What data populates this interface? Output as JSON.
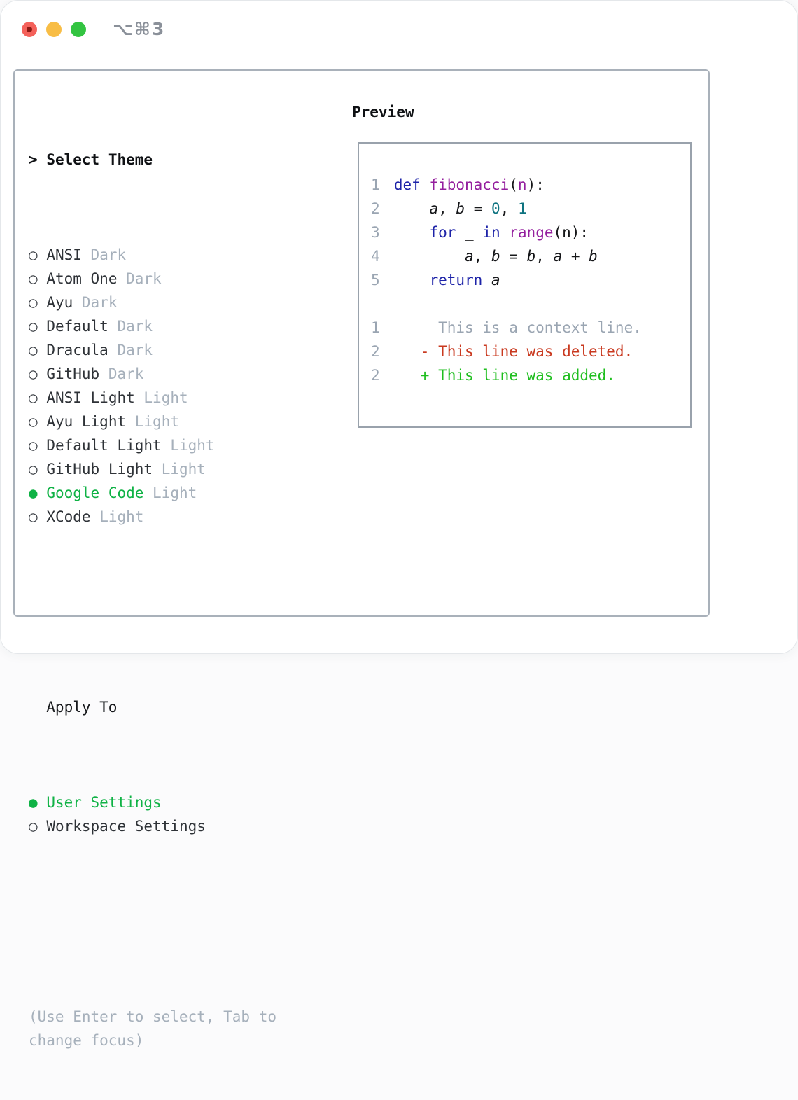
{
  "window": {
    "title": "⌥⌘3"
  },
  "theme_selector": {
    "pointer": ">",
    "header": "Select Theme",
    "items": [
      {
        "marker": "○",
        "name": "ANSI",
        "tag": "Dark",
        "selected": false
      },
      {
        "marker": "○",
        "name": "Atom One",
        "tag": "Dark",
        "selected": false
      },
      {
        "marker": "○",
        "name": "Ayu",
        "tag": "Dark",
        "selected": false
      },
      {
        "marker": "○",
        "name": "Default",
        "tag": "Dark",
        "selected": false
      },
      {
        "marker": "○",
        "name": "Dracula",
        "tag": "Dark",
        "selected": false
      },
      {
        "marker": "○",
        "name": "GitHub",
        "tag": "Dark",
        "selected": false
      },
      {
        "marker": "○",
        "name": "ANSI Light",
        "tag": "Light",
        "selected": false
      },
      {
        "marker": "○",
        "name": "Ayu Light",
        "tag": "Light",
        "selected": false
      },
      {
        "marker": "○",
        "name": "Default Light",
        "tag": "Light",
        "selected": false
      },
      {
        "marker": "○",
        "name": "GitHub Light",
        "tag": "Light",
        "selected": false
      },
      {
        "marker": "●",
        "name": "Google Code",
        "tag": "Light",
        "selected": true
      },
      {
        "marker": "○",
        "name": "XCode",
        "tag": "Light",
        "selected": false
      }
    ],
    "apply_to": {
      "header": "Apply To",
      "options": [
        {
          "marker": "●",
          "name": "User Settings",
          "selected": true
        },
        {
          "marker": "○",
          "name": "Workspace Settings",
          "selected": false
        }
      ]
    },
    "help_lines": [
      "(Use Enter to select, Tab to",
      "change focus)"
    ]
  },
  "preview": {
    "header": "Preview",
    "code_lines": [
      {
        "num": "1",
        "segments": [
          {
            "t": "def",
            "c": "keyword"
          },
          {
            "t": " "
          },
          {
            "t": "fibonacci",
            "c": "function"
          },
          {
            "t": "("
          },
          {
            "t": "n",
            "c": "function"
          },
          {
            "t": "):"
          }
        ]
      },
      {
        "num": "2",
        "segments": [
          {
            "t": "    "
          },
          {
            "t": "a",
            "c": "variable"
          },
          {
            "t": ", "
          },
          {
            "t": "b",
            "c": "variable"
          },
          {
            "t": " = "
          },
          {
            "t": "0",
            "c": "number"
          },
          {
            "t": ", "
          },
          {
            "t": "1",
            "c": "number"
          }
        ]
      },
      {
        "num": "3",
        "segments": [
          {
            "t": "    "
          },
          {
            "t": "for",
            "c": "keyword"
          },
          {
            "t": " _ "
          },
          {
            "t": "in",
            "c": "keyword"
          },
          {
            "t": " "
          },
          {
            "t": "range",
            "c": "function"
          },
          {
            "t": "(n):"
          }
        ]
      },
      {
        "num": "4",
        "segments": [
          {
            "t": "        "
          },
          {
            "t": "a",
            "c": "variable"
          },
          {
            "t": ", "
          },
          {
            "t": "b",
            "c": "variable"
          },
          {
            "t": " = "
          },
          {
            "t": "b",
            "c": "variable"
          },
          {
            "t": ", "
          },
          {
            "t": "a",
            "c": "variable"
          },
          {
            "t": " + "
          },
          {
            "t": "b",
            "c": "variable"
          }
        ]
      },
      {
        "num": "5",
        "segments": [
          {
            "t": "    "
          },
          {
            "t": "return",
            "c": "keyword"
          },
          {
            "t": " "
          },
          {
            "t": "a",
            "c": "variable"
          }
        ]
      }
    ],
    "diff_lines": [
      {
        "num": "1",
        "text": "     This is a context line.",
        "type": "context"
      },
      {
        "num": "2",
        "text": "   - This line was deleted.",
        "type": "deleted"
      },
      {
        "num": "2",
        "text": "   + This line was added.",
        "type": "added"
      }
    ]
  },
  "colors": {
    "green_ui": "#0fb245",
    "green_added": "#1ebe1e",
    "red_deleted": "#c9391f",
    "blue_keyword": "#1d23a8",
    "purple_function": "#941f9e",
    "teal_number": "#0e7380",
    "gray_muted": "#a6b0bb",
    "text_dark": "#2e3237"
  }
}
